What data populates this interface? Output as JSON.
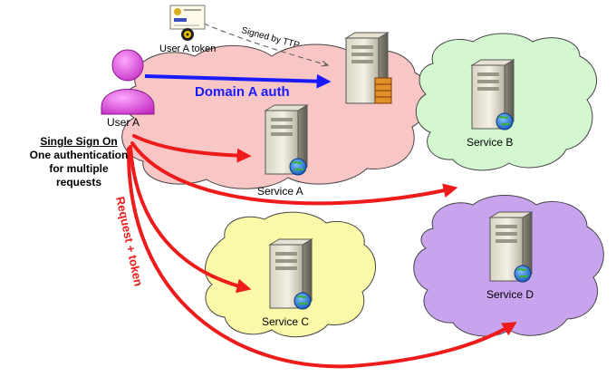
{
  "diagram": {
    "user": {
      "label": "User A"
    },
    "token": {
      "label": "User A token"
    },
    "signed_label": "Signed by TTP",
    "domain_auth_label": "Domain A auth",
    "sso": {
      "title": "Single Sign On",
      "line1": "One authentication",
      "line2": "for multiple",
      "line3": "requests"
    },
    "request_label": "Request + token",
    "services": [
      {
        "label": "Service A",
        "cloud_color": "#f9c6c6"
      },
      {
        "label": "Service B",
        "cloud_color": "#d3f8cf"
      },
      {
        "label": "Service C",
        "cloud_color": "#fbf8a8"
      },
      {
        "label": "Service D",
        "cloud_color": "#c8a4ef"
      }
    ],
    "colors": {
      "auth_arrow": "#1a1aff",
      "request_arrows": "#ee1b1b",
      "user_icon": "#e040e0"
    }
  }
}
